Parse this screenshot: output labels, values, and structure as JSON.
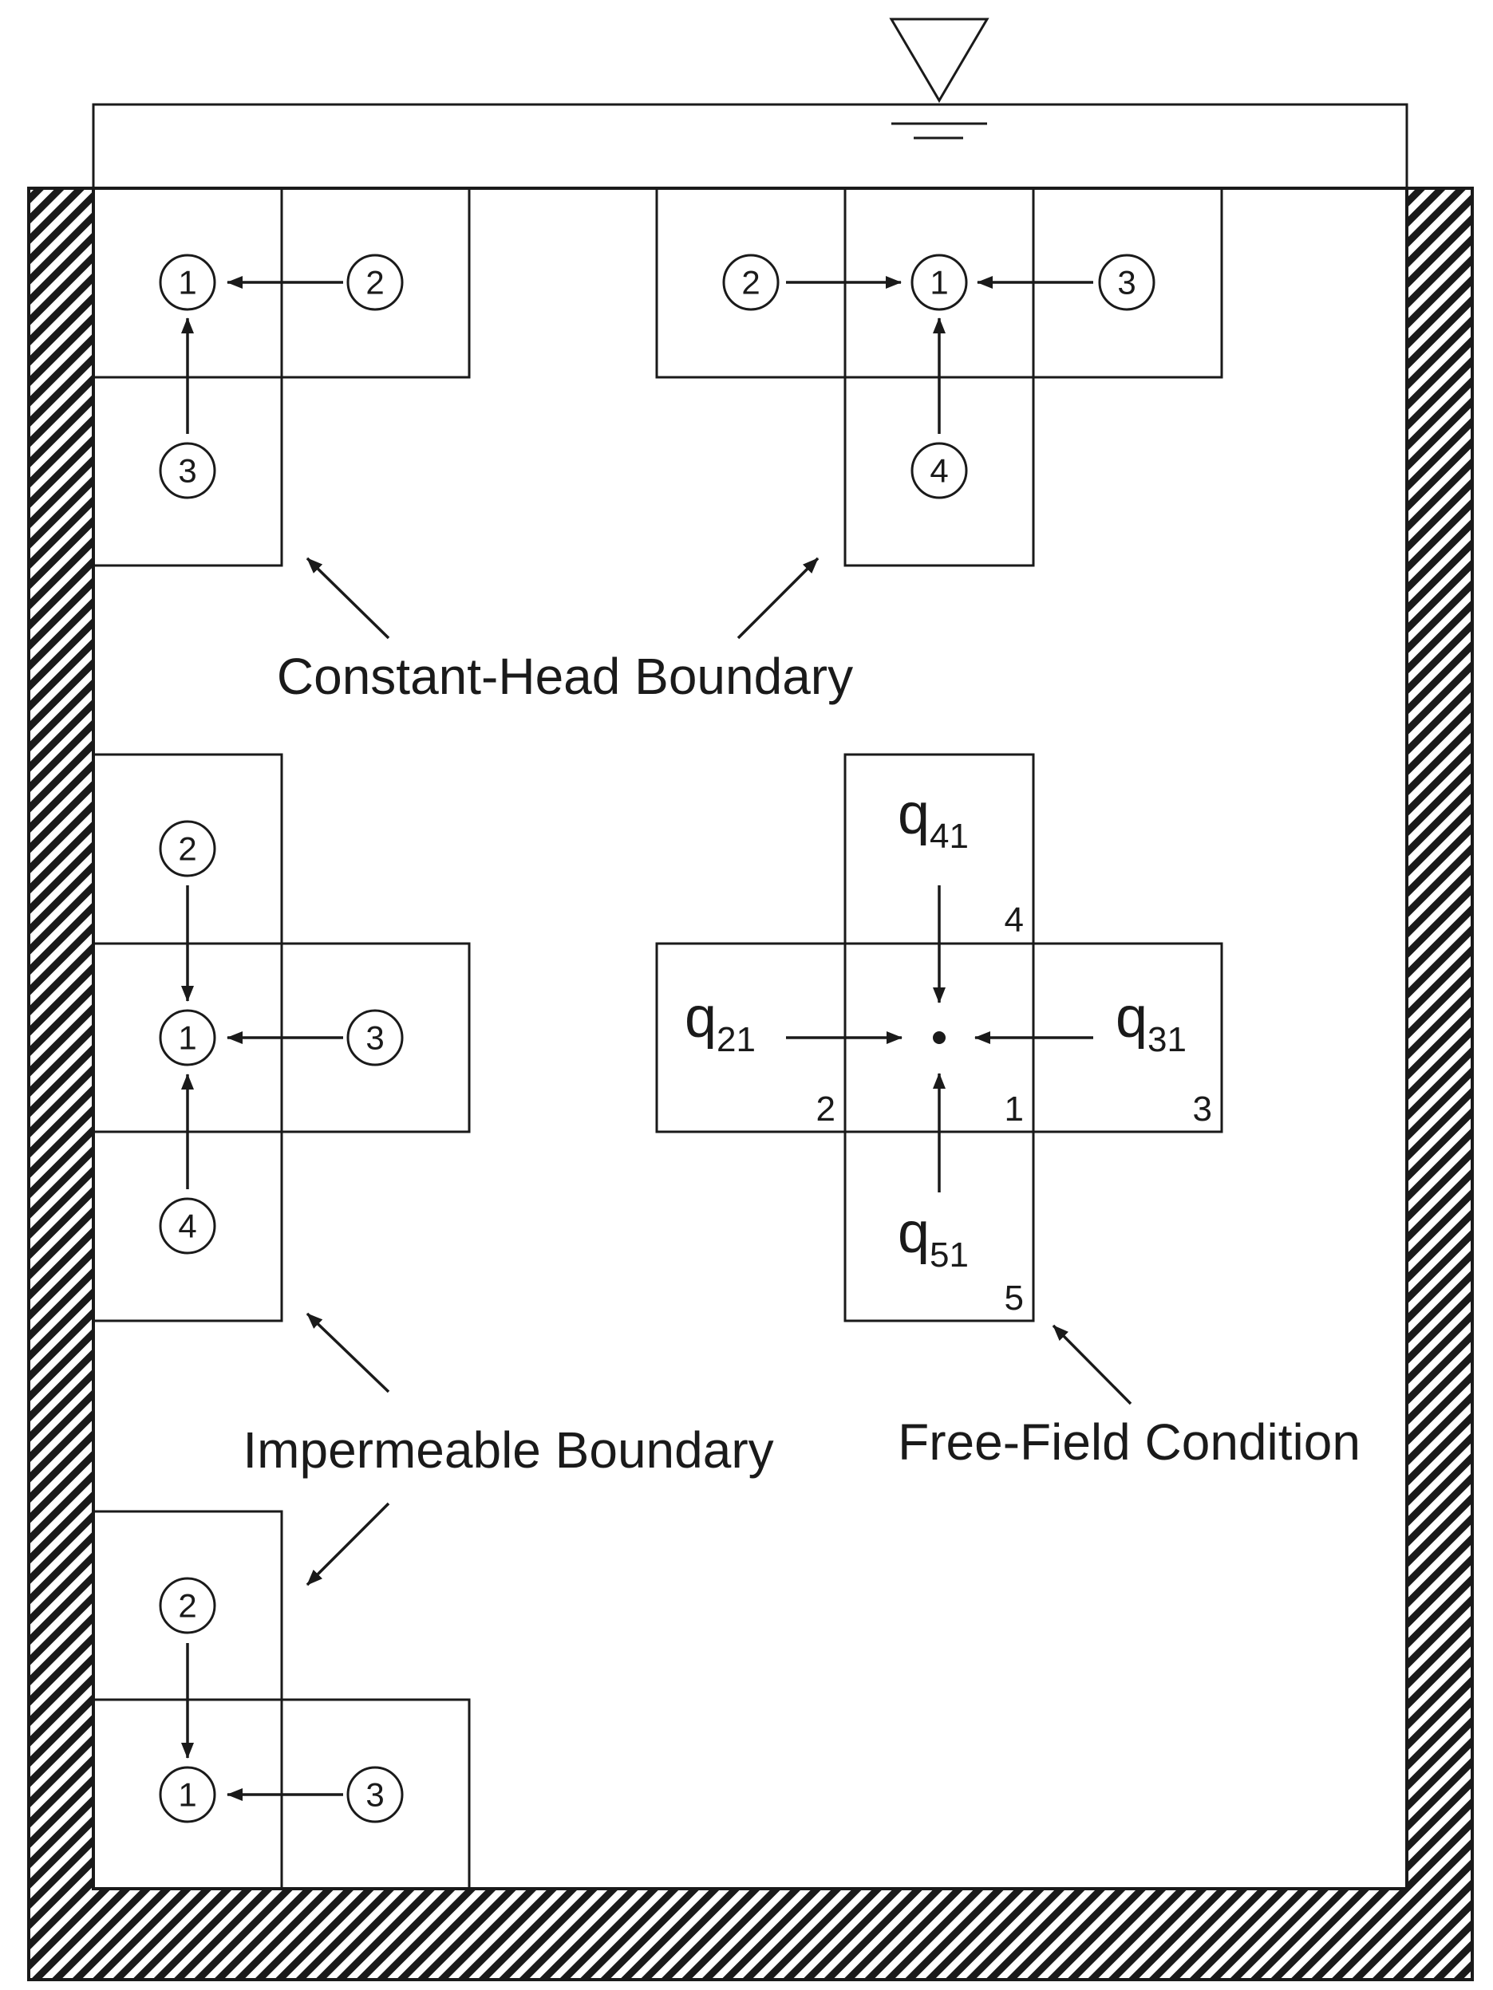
{
  "labels": {
    "constant_head": "Constant-Head Boundary",
    "impermeable": "Impermeable Boundary",
    "free_field": "Free-Field Condition"
  },
  "stencils": {
    "ch_corner": {
      "n1": "1",
      "n2": "2",
      "n3": "3"
    },
    "ch_middle": {
      "n1": "1",
      "n2": "2",
      "n3": "3",
      "n4": "4"
    },
    "imp_side": {
      "n1": "1",
      "n2": "2",
      "n3": "3",
      "n4": "4"
    },
    "imp_corner": {
      "n1": "1",
      "n2": "2",
      "n3": "3"
    }
  },
  "free_field": {
    "q41": {
      "base": "q",
      "sub": "41"
    },
    "q21": {
      "base": "q",
      "sub": "21"
    },
    "q31": {
      "base": "q",
      "sub": "31"
    },
    "q51": {
      "base": "q",
      "sub": "51"
    },
    "cells": {
      "c1": "1",
      "c2": "2",
      "c3": "3",
      "c4": "4",
      "c5": "5"
    }
  }
}
